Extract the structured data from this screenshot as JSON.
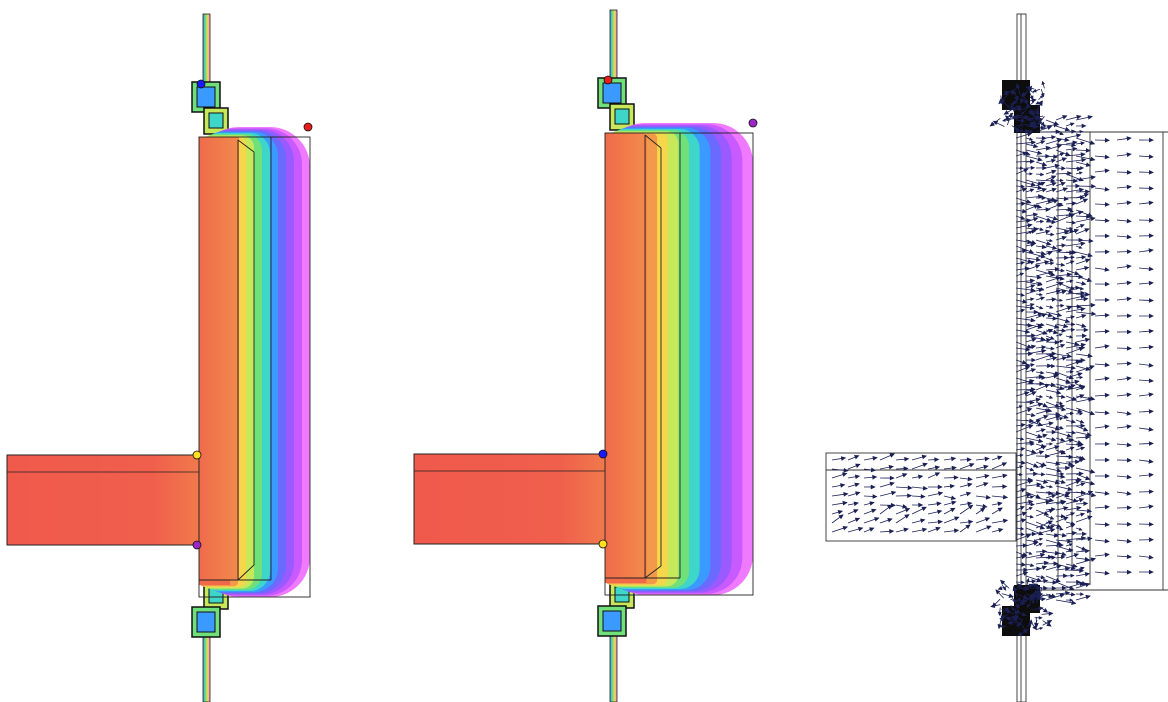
{
  "panels": [
    {
      "kind": "thermal-isotherms",
      "markers": [
        {
          "id": "top-frame",
          "color": "#1a1aff"
        },
        {
          "id": "outer-corner",
          "color": "#e81c1c"
        },
        {
          "id": "beam-top",
          "color": "#ffe020"
        },
        {
          "id": "beam-bottom",
          "color": "#9a28c8"
        }
      ]
    },
    {
      "kind": "thermal-isotherms",
      "markers": [
        {
          "id": "top-frame",
          "color": "#e81c1c"
        },
        {
          "id": "outer-corner",
          "color": "#9a28c8"
        },
        {
          "id": "beam-top",
          "color": "#1a1aff"
        },
        {
          "id": "beam-bottom",
          "color": "#ffe020"
        }
      ]
    },
    {
      "kind": "heat-flux-vectors",
      "markers": []
    }
  ],
  "colors": {
    "warm": "#ef6b4c",
    "beam": "#f05a4c",
    "vector": "#1b2055",
    "outline": "#222222",
    "scale": [
      "#f06a4a",
      "#f29a4a",
      "#f6d64a",
      "#c6e85a",
      "#6fe07a",
      "#3dd6c8",
      "#3a9aff",
      "#6a6aff",
      "#9a5aff",
      "#c85aff",
      "#f07aff"
    ]
  }
}
